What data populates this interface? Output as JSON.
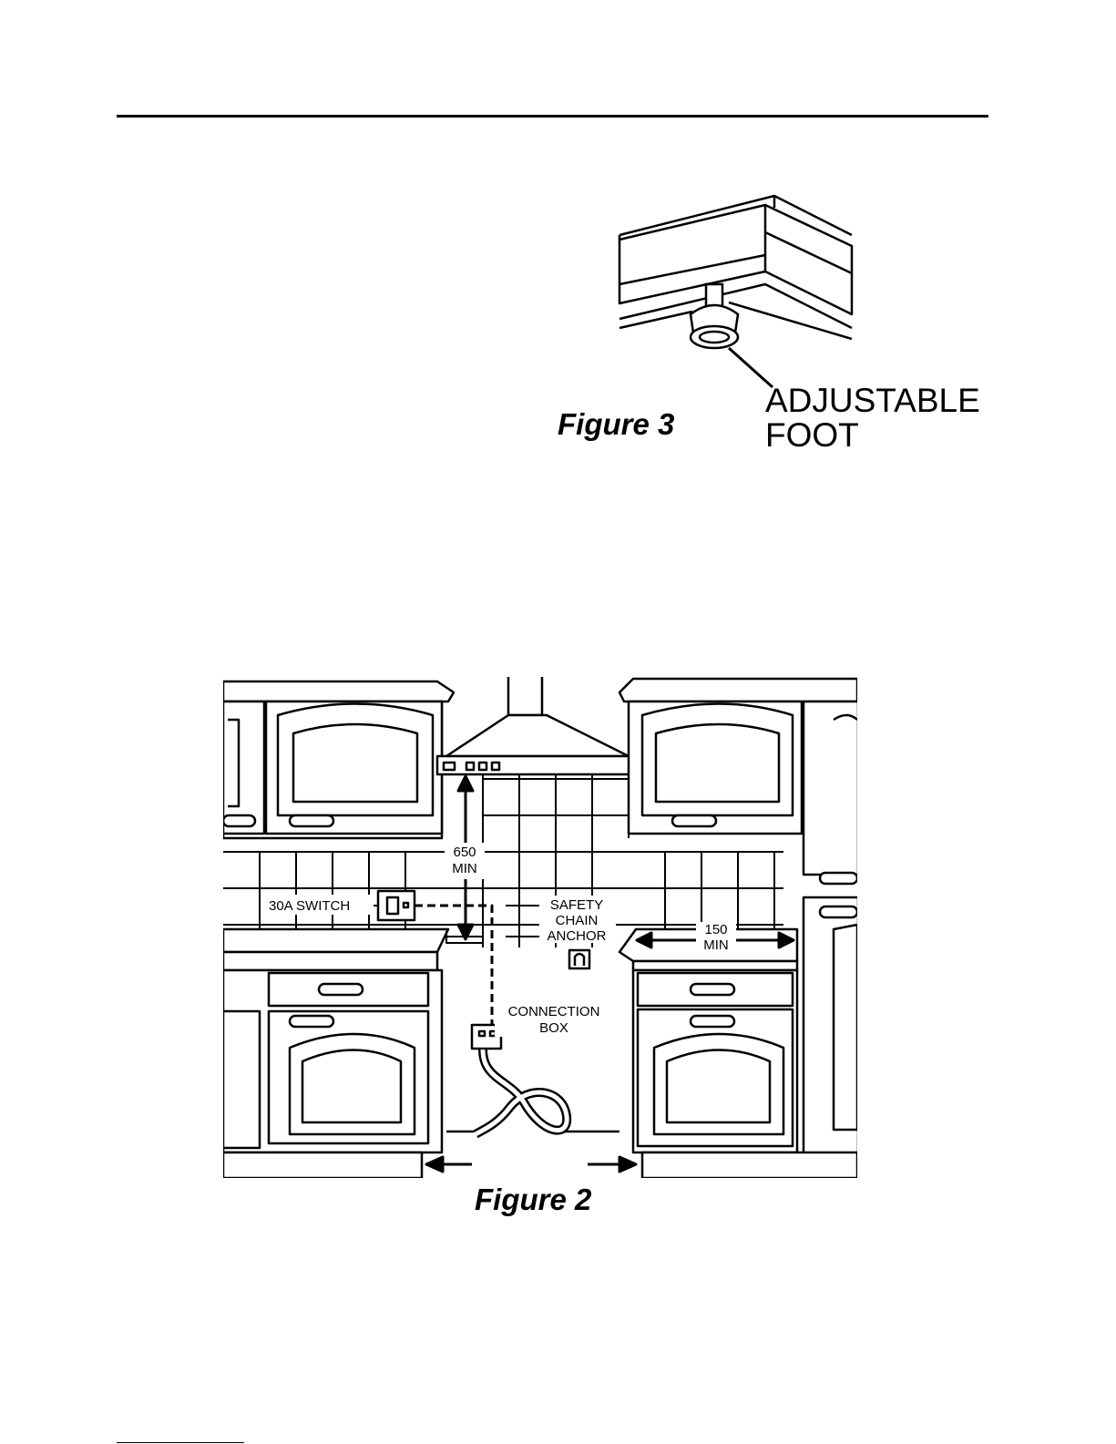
{
  "figure3": {
    "caption": "Figure 3",
    "label_line1": "ADJUSTABLE",
    "label_line2": "FOOT"
  },
  "figure2": {
    "caption": "Figure 2",
    "dim_height_value": "650",
    "dim_height_unit": "MIN",
    "switch_label": "30A SWITCH",
    "anchor_line1": "SAFETY",
    "anchor_line2": "CHAIN",
    "anchor_line3": "ANCHOR",
    "dim_side_value": "150",
    "dim_side_unit": "MIN",
    "box_line1": "CONNECTION",
    "box_line2": "BOX"
  }
}
